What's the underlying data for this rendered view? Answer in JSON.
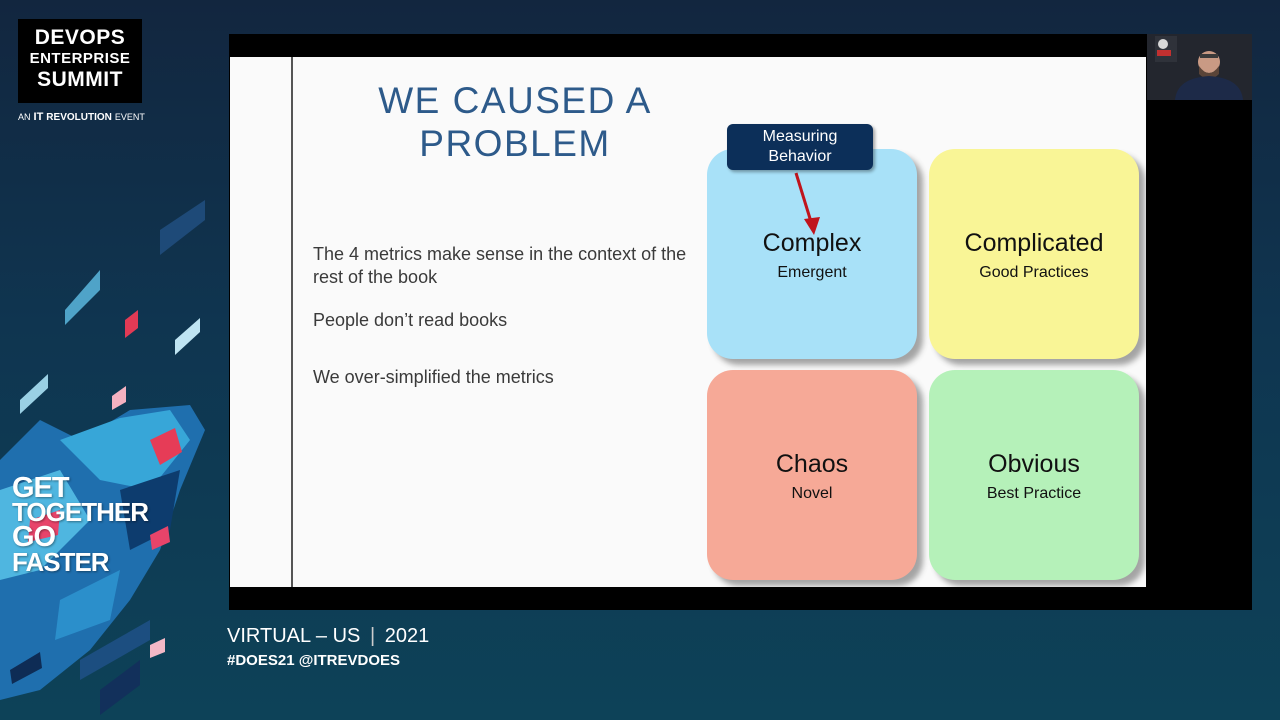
{
  "brand": {
    "line1": "DEVOPS",
    "line2": "ENTERPRISE",
    "line3": "SUMMIT",
    "prefix": "AN",
    "it_mark": "IT",
    "company": "REVOLUTION",
    "suffix": "EVENT"
  },
  "slogan": [
    "GET",
    "TOGETHER",
    "GO",
    "FASTER"
  ],
  "footer": {
    "event": "VIRTUAL – US",
    "year": "2021",
    "hashtags": "#DOES21 @ITREVDOES"
  },
  "slide": {
    "title_line1": "WE CAUSED A",
    "title_line2": "PROBLEM",
    "bullets": [
      "The 4 metrics make sense in the context of the rest of the book",
      "People don’t read books",
      "We over-simplified the metrics"
    ],
    "callout_line1": "Measuring",
    "callout_line2": "Behavior",
    "quadrants": {
      "complex": {
        "title": "Complex",
        "subtitle": "Emergent"
      },
      "complicated": {
        "title": "Complicated",
        "subtitle": "Good Practices"
      },
      "chaos": {
        "title": "Chaos",
        "subtitle": "Novel"
      },
      "obvious": {
        "title": "Obvious",
        "subtitle": "Best Practice"
      }
    }
  },
  "colors": {
    "title_blue": "#2d5a8a",
    "callout_navy": "#0c2f59",
    "arrow_red": "#c0141c",
    "complex": "#a8e1f8",
    "complicated": "#f9f596",
    "chaos": "#f6a997",
    "obvious": "#b5f1b9"
  }
}
